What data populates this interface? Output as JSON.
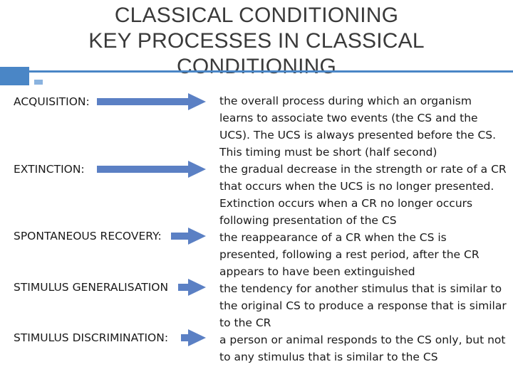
{
  "title": {
    "line1": "CLASSICAL CONDITIONING",
    "line2": "KEY PROCESSES IN CLASSICAL",
    "line3": "CONDITIONING"
  },
  "colors": {
    "accent": "#4a86c6",
    "arrow": "#5b80c4"
  },
  "items": [
    {
      "term": "ACQUISITION:",
      "description": "the overall process during which an organism learns to associate two events (the CS and the UCS). The UCS is always presented before the CS. This timing must be short (half second)"
    },
    {
      "term": "EXTINCTION:",
      "description": "the gradual decrease in the strength or rate of a CR that occurs when the UCS is no longer presented. Extinction occurs when a CR no longer occurs following presentation of the CS"
    },
    {
      "term": "SPONTANEOUS RECOVERY:",
      "description": "the reappearance of a CR when the CS is presented, following a rest period, after the CR appears to have been extinguished"
    },
    {
      "term": "STIMULUS GENERALISATION",
      "description": "the tendency for another stimulus that is similar to the original CS to produce a response that is similar to the CR"
    },
    {
      "term": "STIMULUS DISCRIMINATION:",
      "description": "a person or animal responds to the CS only, but not to any stimulus that is similar to the CS"
    }
  ]
}
